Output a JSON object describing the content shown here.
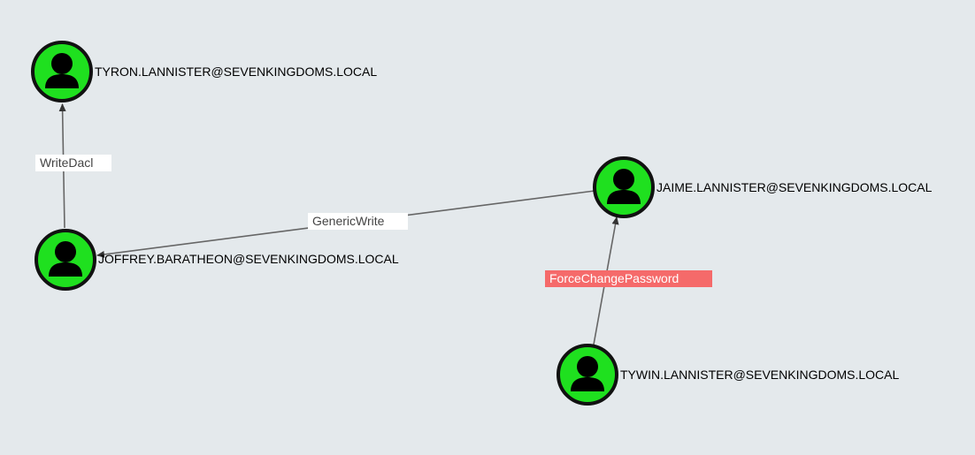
{
  "graph": {
    "nodes": {
      "tyron": {
        "label": "TYRON.LANNISTER@SEVENKINGDOMS.LOCAL",
        "icon": "user-icon"
      },
      "joffrey": {
        "label": "JOFFREY.BARATHEON@SEVENKINGDOMS.LOCAL",
        "icon": "user-icon"
      },
      "jaime": {
        "label": "JAIME.LANNISTER@SEVENKINGDOMS.LOCAL",
        "icon": "user-icon"
      },
      "tywin": {
        "label": "TYWIN.LANNISTER@SEVENKINGDOMS.LOCAL",
        "icon": "user-icon"
      }
    },
    "edges": {
      "writedacl": {
        "label": "WriteDacl",
        "from": "joffrey",
        "to": "tyron"
      },
      "genericwrite": {
        "label": "GenericWrite",
        "from": "jaime",
        "to": "joffrey"
      },
      "forcechangepassword": {
        "label": "ForceChangePassword",
        "from": "tywin",
        "to": "jaime",
        "highlighted": true
      }
    },
    "colors": {
      "background": "#e4e9ec",
      "node_fill": "#1fe01f",
      "node_border": "#111111",
      "edge_line": "#555555",
      "highlight_label": "#f56a6a"
    }
  }
}
